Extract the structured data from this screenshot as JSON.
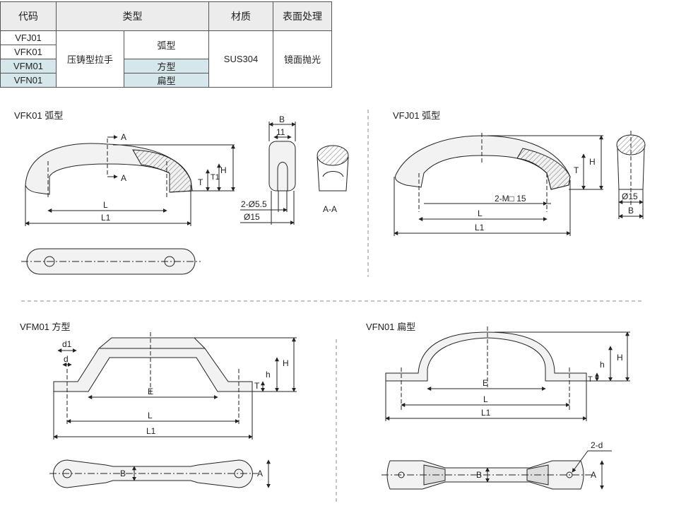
{
  "table": {
    "headers": [
      "代码",
      "类型",
      "材质",
      "表面处理"
    ],
    "codes": [
      "VFJ01",
      "VFK01",
      "VFM01",
      "VFN01"
    ],
    "type_main": "压铸型拉手",
    "subtypes": [
      "弧型",
      "方型",
      "扁型"
    ],
    "material": "SUS304",
    "finish": "镜面抛光"
  },
  "views": {
    "vfk": {
      "title": "VFK01 弧型",
      "labels": {
        "A": "A",
        "L": "L",
        "L1": "L1",
        "H": "H",
        "T": "T",
        "T1": "T1",
        "B": "B",
        "w11": "11",
        "hole": "2-Ø5.5",
        "dia": "Ø15",
        "section": "A-A"
      }
    },
    "vfj": {
      "title": "VFJ01 弧型",
      "labels": {
        "L": "L",
        "L1": "L1",
        "H": "H",
        "T": "T",
        "thread": "2-M□ 15",
        "dia": "Ø15",
        "B": "B"
      }
    },
    "vfm": {
      "title": "VFM01  方型",
      "labels": {
        "d1": "d1",
        "d": "d",
        "E": "E",
        "L": "L",
        "L1": "L1",
        "H": "H",
        "h": "h",
        "T": "T",
        "A": "A",
        "B": "B"
      }
    },
    "vfn": {
      "title": "VFN01  扁型",
      "labels": {
        "E": "E",
        "L": "L",
        "L1": "L1",
        "H": "H",
        "h": "h",
        "T": "T",
        "d2": "2-d",
        "A": "A",
        "B": "B"
      }
    }
  }
}
